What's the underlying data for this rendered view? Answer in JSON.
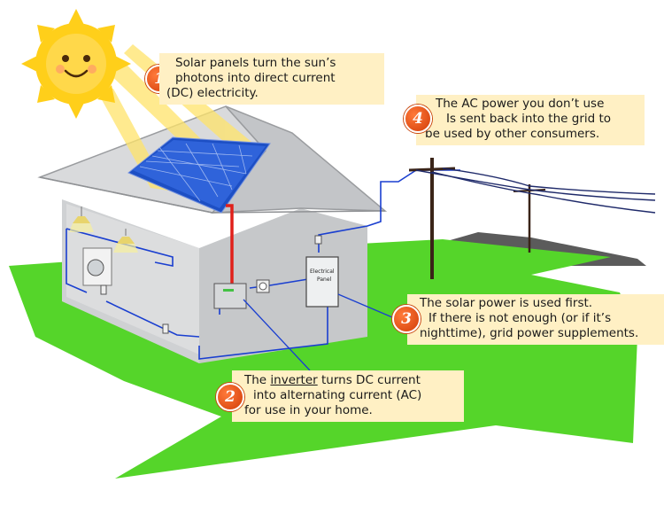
{
  "title": "",
  "panel_label": [
    "Electrical",
    "Panel"
  ],
  "callouts": [
    {
      "number": "1",
      "lines": [
        "Solar panels turn the sun’s",
        "photons into direct current",
        "(DC) electricity."
      ]
    },
    {
      "number": "2",
      "lines_pre": "The ",
      "underlined": "inverter",
      "lines_post": " turns DC current",
      "lines": [
        "into alternating current (AC)",
        "for use in your home."
      ]
    },
    {
      "number": "3",
      "lines": [
        "The solar power is used first.",
        "If there is not enough (or if it’s",
        "nighttime), grid power supplements."
      ]
    },
    {
      "number": "4",
      "lines": [
        "The AC power you don’t use",
        "Is sent back into the grid to",
        "be used by other consumers."
      ]
    }
  ],
  "colors": {
    "grass": "#55d52a",
    "wire": "#1a3fd0",
    "dc_wire": "#e0201a",
    "callout_bg": "#fff0c4",
    "badge": "#e0561a",
    "sun": "#ffd21a"
  }
}
